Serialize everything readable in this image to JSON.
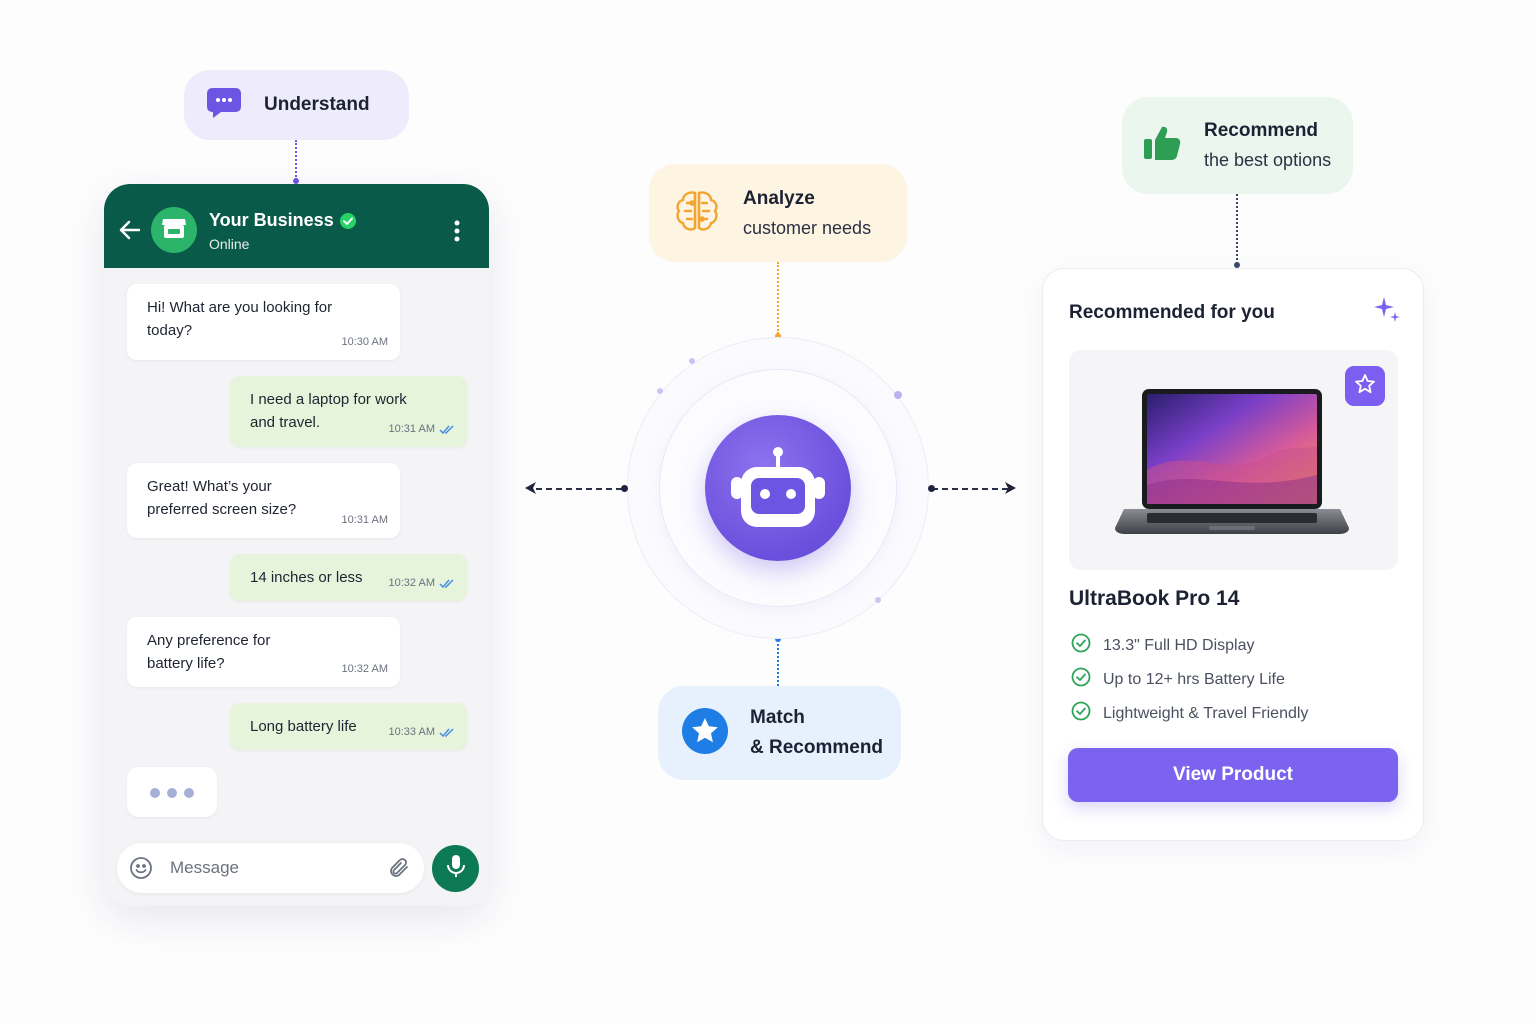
{
  "steps": {
    "understand": {
      "title": "Understand",
      "icon": "chat-bubble-icon",
      "color": "#6c55e3"
    },
    "analyze": {
      "title": "Analyze",
      "subtitle": "customer needs",
      "icon": "brain-icon",
      "color": "#f3a531"
    },
    "recommend": {
      "title": "Recommend",
      "subtitle": "the best options",
      "icon": "thumbs-up-icon",
      "color": "#2f9e55"
    },
    "match": {
      "title": "Match",
      "subtitle": "& Recommend",
      "icon": "star-badge-icon",
      "color": "#1f7ee6"
    }
  },
  "chat": {
    "business_name": "Your Business",
    "status": "Online",
    "header_color": "#0a5a4a",
    "messages": [
      {
        "from": "business",
        "text": "Hi! What are you looking for today?",
        "time": "10:30 AM"
      },
      {
        "from": "customer",
        "text": "I need a laptop for work and travel.",
        "time": "10:31 AM"
      },
      {
        "from": "business",
        "text": "Great! What’s your preferred screen size?",
        "time": "10:31 AM"
      },
      {
        "from": "customer",
        "text": "14 inches or less",
        "time": "10:32 AM"
      },
      {
        "from": "business",
        "text": "Any preference for battery life?",
        "time": "10:32 AM"
      },
      {
        "from": "customer",
        "text": "Long battery life",
        "time": "10:33 AM"
      }
    ],
    "input_placeholder": "Message"
  },
  "hub": {
    "icon": "robot-icon",
    "color": "#6b50dd"
  },
  "product_card": {
    "heading": "Recommended for you",
    "product_name": "UltraBook Pro 14",
    "features": [
      "13.3\" Full HD Display",
      "Up to 12+ hrs Battery Life",
      "Lightweight & Travel Friendly"
    ],
    "cta_label": "View Product",
    "accent_color": "#7b63f0"
  }
}
